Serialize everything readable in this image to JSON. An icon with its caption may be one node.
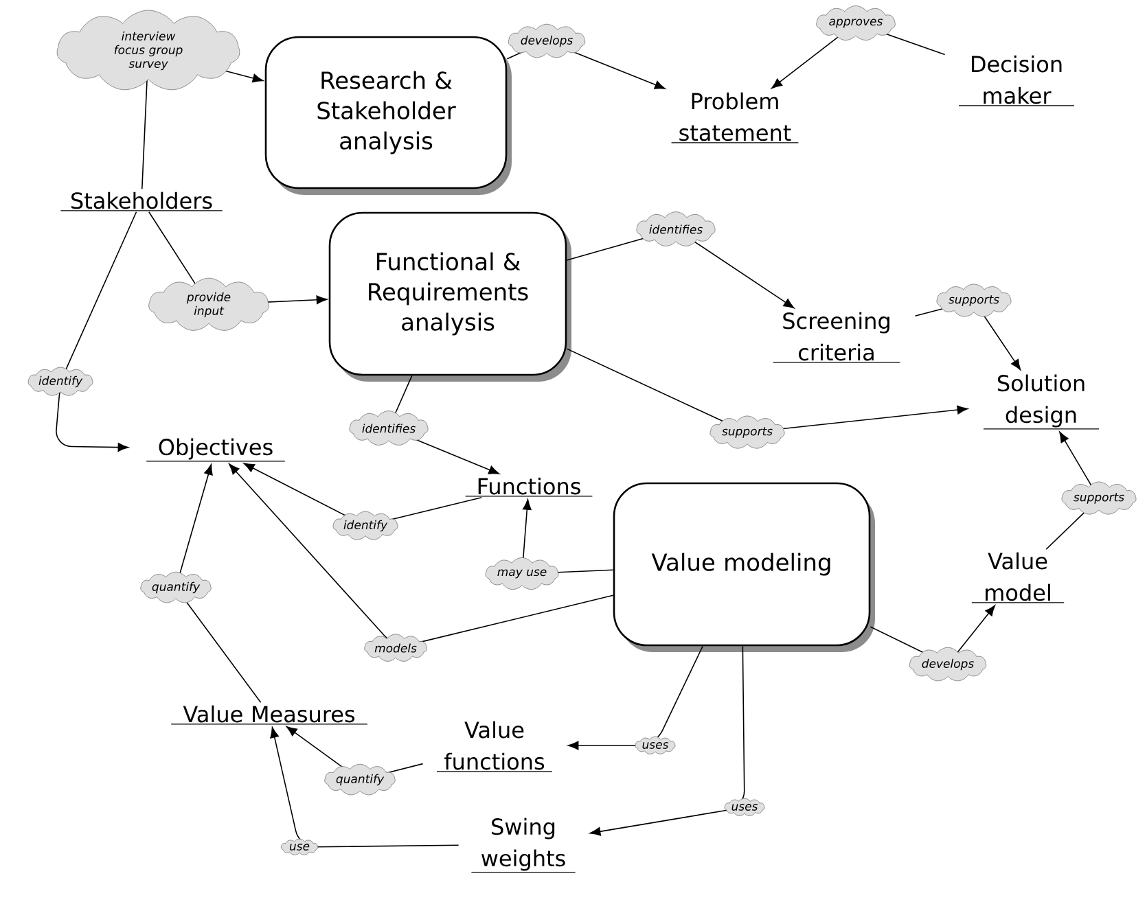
{
  "diagram": {
    "nodes": [
      {
        "text": [
          "Research & Stakeholder analysis"
        ]
      },
      {
        "text": [
          "Problem statement"
        ]
      },
      {
        "text": [
          "Decision maker"
        ]
      },
      {
        "text": [
          "Stakeholders"
        ]
      },
      {
        "text": [
          "Functional & Requirements analysis"
        ]
      },
      {
        "text": [
          "Screening criteria"
        ]
      },
      {
        "text": [
          "Solution design"
        ]
      },
      {
        "text": [
          "Objectives"
        ]
      },
      {
        "text": [
          "Functions"
        ]
      },
      {
        "text": [
          "Value modeling"
        ]
      },
      {
        "text": [
          "Value model"
        ]
      },
      {
        "text": [
          "Value Measures"
        ]
      },
      {
        "text": [
          "Value functions"
        ]
      },
      {
        "text": [
          "Swing weights"
        ]
      }
    ],
    "edges": [
      {
        "from": 3,
        "to": 0,
        "arrow": "to",
        "label": "interview focus group survey"
      },
      {
        "from": 0,
        "to": 1,
        "arrow": "to",
        "label": "develops"
      },
      {
        "from": 2,
        "to": 1,
        "arrow": "to",
        "label": "approves"
      },
      {
        "from": 3,
        "to": 4,
        "arrow": "to",
        "label": "provide input"
      },
      {
        "from": 3,
        "to": 7,
        "arrow": "to",
        "label": "identify"
      },
      {
        "from": 4,
        "to": 5,
        "arrow": "to",
        "label": "identifies"
      },
      {
        "from": 5,
        "to": 6,
        "arrow": "to",
        "label": "supports"
      },
      {
        "from": 4,
        "to": 6,
        "arrow": "to",
        "label": "supports"
      },
      {
        "from": 4,
        "to": 8,
        "arrow": "to",
        "label": "identifies"
      },
      {
        "from": 8,
        "to": 7,
        "arrow": "to",
        "label": "identify"
      },
      {
        "from": 9,
        "to": 8,
        "arrow": "to",
        "label": "may use"
      },
      {
        "from": 9,
        "to": 7,
        "arrow": "to",
        "label": "models"
      },
      {
        "from": 10,
        "to": 6,
        "arrow": "to",
        "label": "supports"
      },
      {
        "from": 9,
        "to": 10,
        "arrow": "to",
        "label": "develops"
      },
      {
        "from": 11,
        "to": 7,
        "arrow": "to",
        "label": "quantify"
      },
      {
        "from": 9,
        "to": 12,
        "arrow": "to",
        "label": "uses"
      },
      {
        "from": 12,
        "to": 11,
        "arrow": "to",
        "label": "quantify"
      },
      {
        "from": 9,
        "to": 13,
        "arrow": "to",
        "label": "uses"
      },
      {
        "from": 13,
        "to": 11,
        "arrow": "to",
        "label": "use"
      }
    ]
  }
}
